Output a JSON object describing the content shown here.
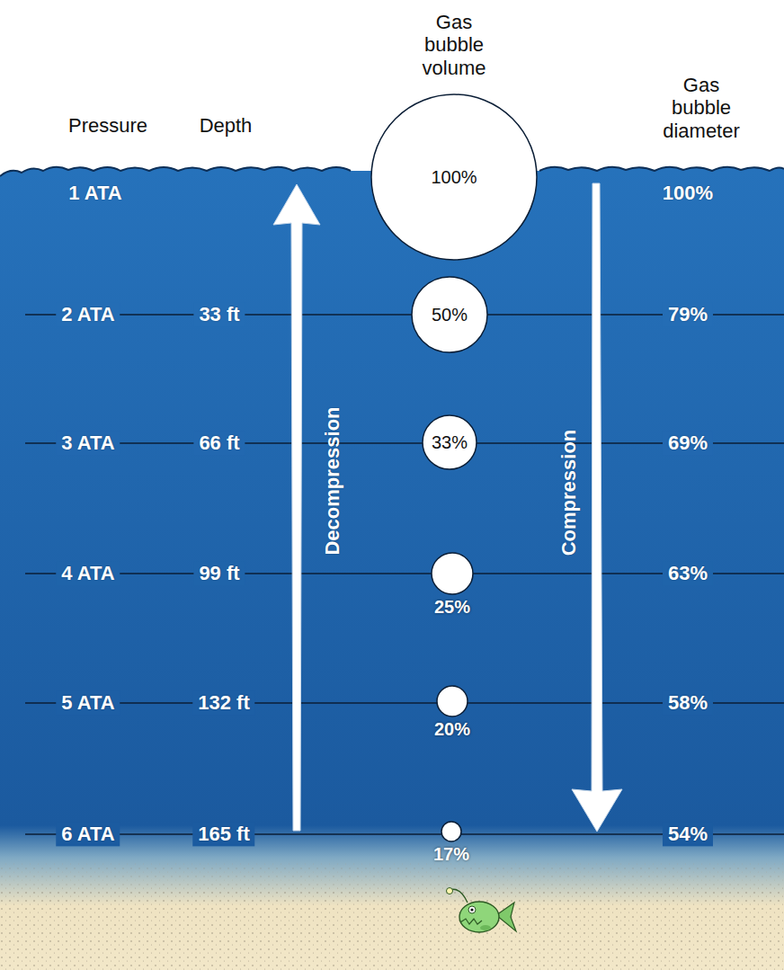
{
  "diagram": {
    "nodes": [
      {
        "text": [
          "100%"
        ]
      },
      {
        "text": [
          "50%"
        ]
      },
      {
        "text": [
          "33%"
        ]
      },
      {
        "text": [
          "25%"
        ]
      },
      {
        "text": [
          "20%"
        ]
      },
      {
        "text": [
          "17%"
        ]
      }
    ],
    "labels": [
      "Pressure",
      "Depth",
      "Gas bubble volume",
      "Gas bubble diameter",
      "1 ATA",
      "100%",
      "2 ATA",
      "33 ft",
      "79%",
      "3 ATA",
      "66 ft",
      "69%",
      "4 ATA",
      "99 ft",
      "63%",
      "5 ATA",
      "132 ft",
      "58%",
      "6 ATA",
      "165 ft",
      "54%",
      "Decompression",
      "Compression"
    ]
  }
}
